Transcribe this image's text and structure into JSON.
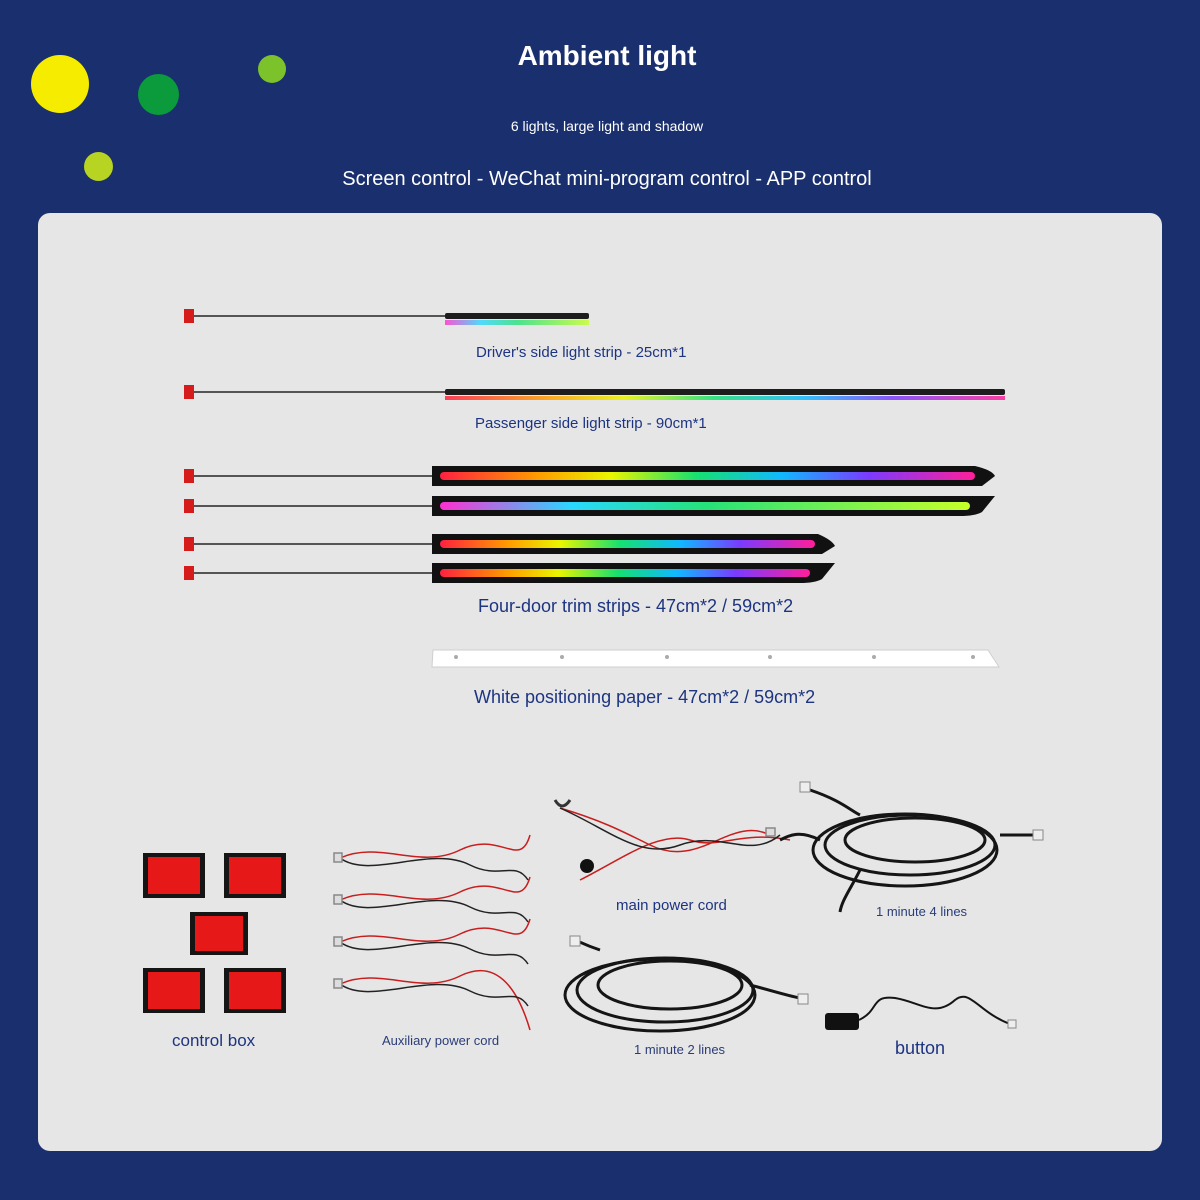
{
  "header": {
    "title": "Ambient light",
    "subtitle": "6 lights, large light and shadow",
    "controls": "Screen control - WeChat mini-program control - APP control"
  },
  "colors": {
    "background": "#1a2f6e",
    "panel": "#e6e6e7",
    "label": "#1d3480",
    "dot_yellow": "#f5ec00",
    "dot_green": "#0b9a3c",
    "dot_lightgreen": "#7cc22b",
    "dot_lime": "#b7d423"
  },
  "components": {
    "driver_strip": "Driver's side light strip - 25cm*1",
    "passenger_strip": "Passenger side light strip - 90cm*1",
    "door_trim": "Four-door trim strips - 47cm*2 / 59cm*2",
    "positioning_paper": "White positioning paper - 47cm*2 / 59cm*2",
    "control_box": "control box",
    "aux_power": "Auxiliary power cord",
    "main_power": "main power cord",
    "one_to_four": "1 minute 4 lines",
    "one_to_two": "1 minute 2 lines",
    "button": "button"
  }
}
